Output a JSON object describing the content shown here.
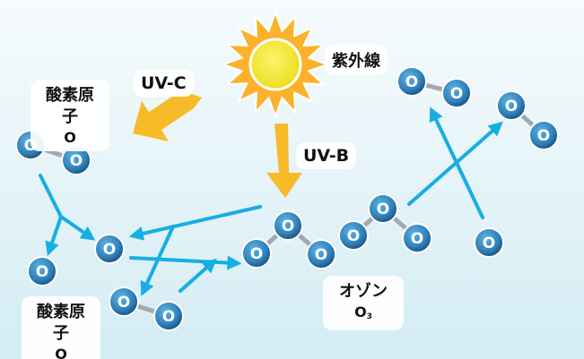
{
  "labels": {
    "sun": "紫外線",
    "uv_c": "UV-C",
    "uv_b": "UV-B",
    "oxygen_atom_top": {
      "title": "酸素原子",
      "symbol": "O"
    },
    "oxygen_atom_bottom": {
      "title": "酸素原子",
      "symbol": "O"
    },
    "ozone": {
      "title": "オゾン",
      "symbol": "O",
      "subscript": "3"
    }
  },
  "atom_symbol": "O",
  "colors": {
    "sun_rays": "#fbb12b",
    "sun_core": "#f3e832",
    "uv_arrow": "#f7bb2a",
    "reaction_arrow": "#16aee3",
    "atom_outer": "#1d5e8c",
    "atom_inner": "#3e95cb",
    "bond": "#a3a9ae"
  }
}
